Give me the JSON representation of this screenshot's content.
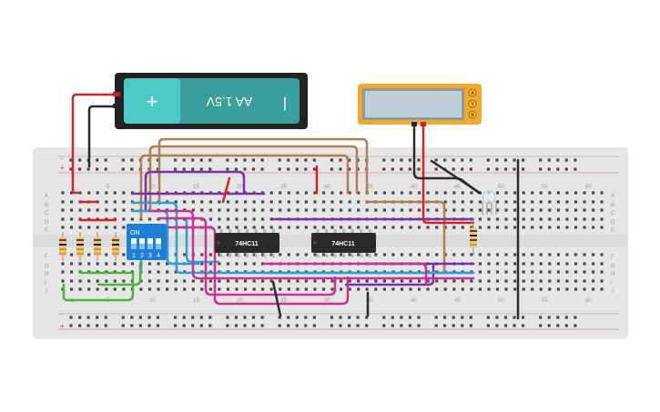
{
  "breadboard": {
    "row_letters_top": [
      "A",
      "B",
      "C",
      "D",
      "E"
    ],
    "row_letters_bottom": [
      "F",
      "G",
      "H",
      "I",
      "J"
    ],
    "column_numbers": [
      "1",
      "5",
      "10",
      "15",
      "20",
      "25",
      "30",
      "35",
      "40",
      "45",
      "50",
      "55",
      "60"
    ],
    "rail_minus": "−",
    "rail_plus": "+"
  },
  "battery": {
    "plus": "+",
    "label": "AA 1.5V",
    "minus": "|"
  },
  "multimeter": {
    "buttons": [
      "A",
      "V",
      "R"
    ],
    "display": ""
  },
  "dip_switch": {
    "on_label": "ON",
    "numbers": [
      "1",
      "2",
      "3",
      "4"
    ]
  },
  "chips": [
    {
      "label": "74HC11"
    },
    {
      "label": "74HC11"
    }
  ],
  "colors": {
    "board": "#e6e6e6",
    "battery_body": "#3a9e9c",
    "multimeter_body": "#f0a928",
    "dip_body": "#1f7fd6",
    "wire_red": "#d42424",
    "wire_black": "#2b2b2b",
    "wire_brown": "#b08052",
    "wire_purple": "#7b2fa8",
    "wire_blue": "#2a9fd8",
    "wire_pink": "#cf2f93",
    "wire_green": "#4bb43a"
  }
}
